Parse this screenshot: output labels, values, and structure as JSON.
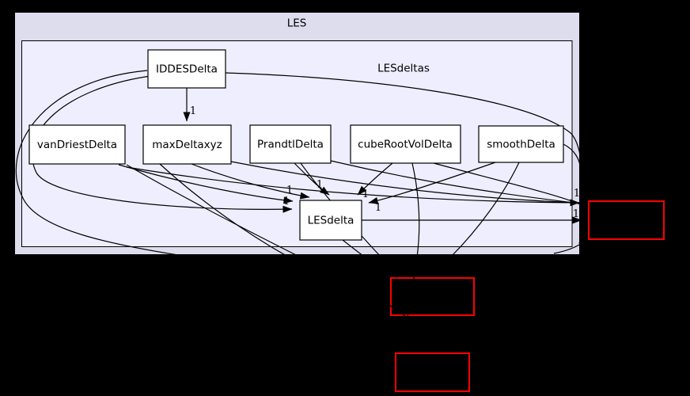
{
  "diagram": {
    "type": "directory-dependency-graph",
    "outer_cluster": {
      "label": "LES"
    },
    "inner_cluster": {
      "label": "LESdeltas"
    },
    "nodes": [
      {
        "id": "IDDESDelta",
        "label": "IDDESDelta"
      },
      {
        "id": "vanDriestDelta",
        "label": "vanDriestDelta"
      },
      {
        "id": "maxDeltaxyz",
        "label": "maxDeltaxyz"
      },
      {
        "id": "PrandtlDelta",
        "label": "PrandtlDelta"
      },
      {
        "id": "cubeRootVolDelta",
        "label": "cubeRootVolDelta"
      },
      {
        "id": "smoothDelta",
        "label": "smoothDelta"
      },
      {
        "id": "LESdelta",
        "label": "LESdelta"
      }
    ],
    "external_nodes": [
      {
        "id": "external-dir-right"
      },
      {
        "id": "external-dir-middle"
      },
      {
        "id": "external-dir-bottom"
      }
    ],
    "edge_labels": [
      "1",
      "1",
      "1",
      "1",
      "1",
      "1",
      "1",
      "1"
    ],
    "colors": {
      "background": "#000000",
      "outer_cluster_fill": "#ddddee",
      "inner_cluster_fill": "#eeeeff",
      "node_fill": "#ffffff",
      "node_border": "#000000",
      "edge": "#000000",
      "external_border": "#ff0000"
    }
  }
}
